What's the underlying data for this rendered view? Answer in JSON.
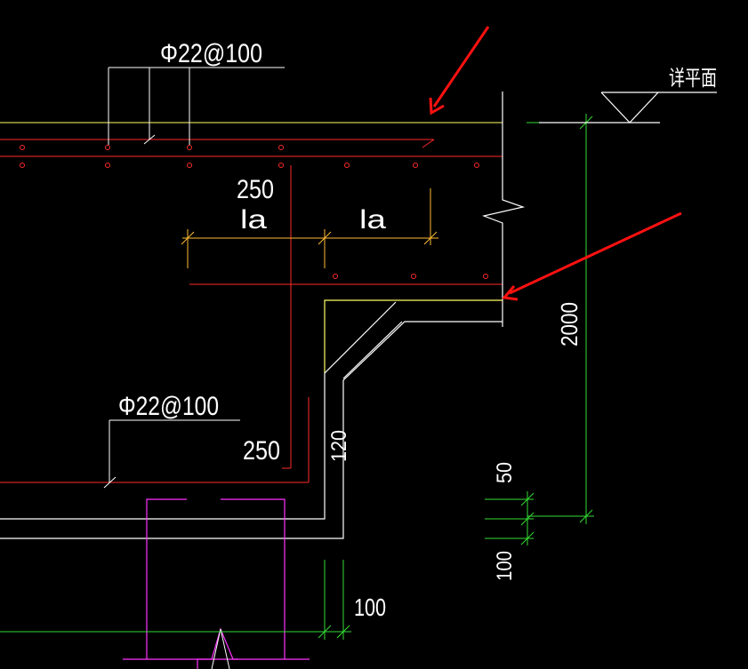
{
  "labels": {
    "rebar_top": "Φ22@100",
    "rebar_bottom": "Φ22@100",
    "plan_note": "详平面",
    "dim_250_upper": "250",
    "dim_250_lower": "250",
    "la_left": "la",
    "la_right": "la",
    "dim_120": "120",
    "dim_2000": "2000",
    "dim_50": "50",
    "dim_100_right": "100",
    "dim_100_bottom": "100"
  },
  "colors": {
    "background": "#000000",
    "rebar": "#ff2a2a",
    "slab_top": "#ffff66",
    "dimension": "#33dd33",
    "anchorage": "#ffbb33",
    "magenta": "#ff33ff",
    "outline": "#ffffff",
    "arrow": "#ff1111"
  }
}
